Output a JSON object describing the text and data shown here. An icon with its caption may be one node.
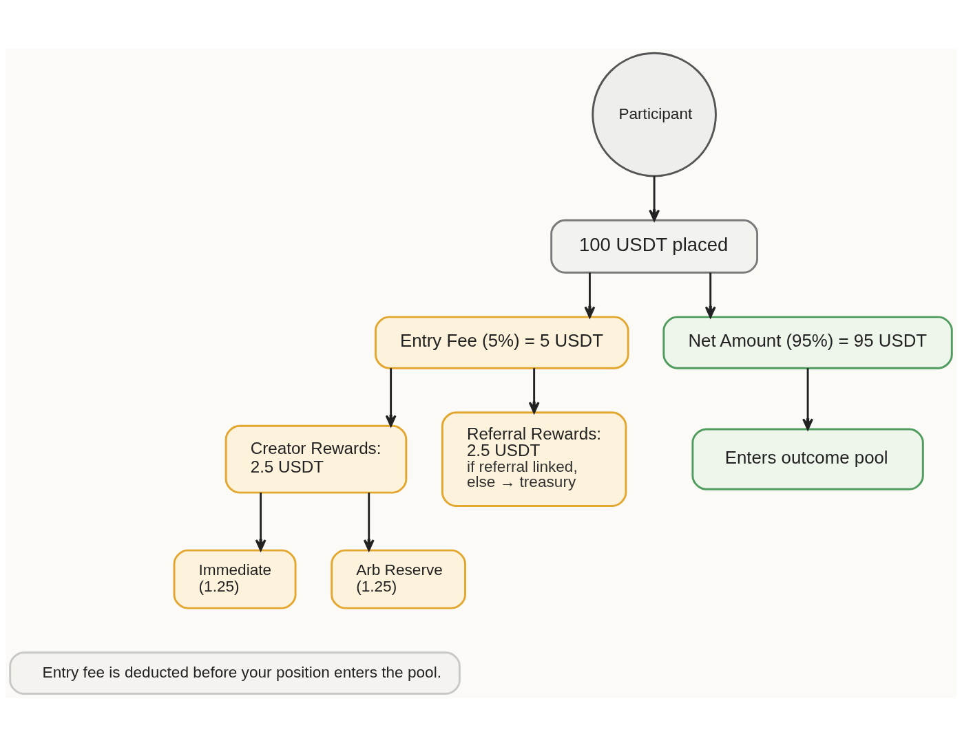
{
  "diagram": {
    "nodes": [
      {
        "text": [
          "Participant"
        ]
      },
      {
        "text": [
          "100 USDT placed"
        ]
      },
      {
        "text": [
          "Entry Fee (5%) = 5 USDT"
        ]
      },
      {
        "text": [
          "Net Amount (95%) = 95 USDT"
        ]
      },
      {
        "text": [
          "Creator Rewards: 2.5 USDT"
        ]
      },
      {
        "text": [
          "Referral Rewards: 2.5 USDT",
          "if referral linked, else → treasury"
        ]
      },
      {
        "text": [
          "Enters outcome pool"
        ]
      },
      {
        "text": [
          "Immediate (1.25)"
        ]
      },
      {
        "text": [
          "Arb Reserve (1.25)"
        ]
      },
      {
        "text": [
          "Entry fee is deducted before your position enters the pool."
        ]
      }
    ],
    "edges": [
      {
        "from": 0,
        "to": 1,
        "arrow": "to"
      },
      {
        "from": 1,
        "to": 2,
        "arrow": "to"
      },
      {
        "from": 1,
        "to": 3,
        "arrow": "to"
      },
      {
        "from": 2,
        "to": 4,
        "arrow": "to"
      },
      {
        "from": 2,
        "to": 5,
        "arrow": "to"
      },
      {
        "from": 3,
        "to": 6,
        "arrow": "to"
      },
      {
        "from": 4,
        "to": 7,
        "arrow": "to"
      },
      {
        "from": 4,
        "to": 8,
        "arrow": "to"
      }
    ]
  }
}
